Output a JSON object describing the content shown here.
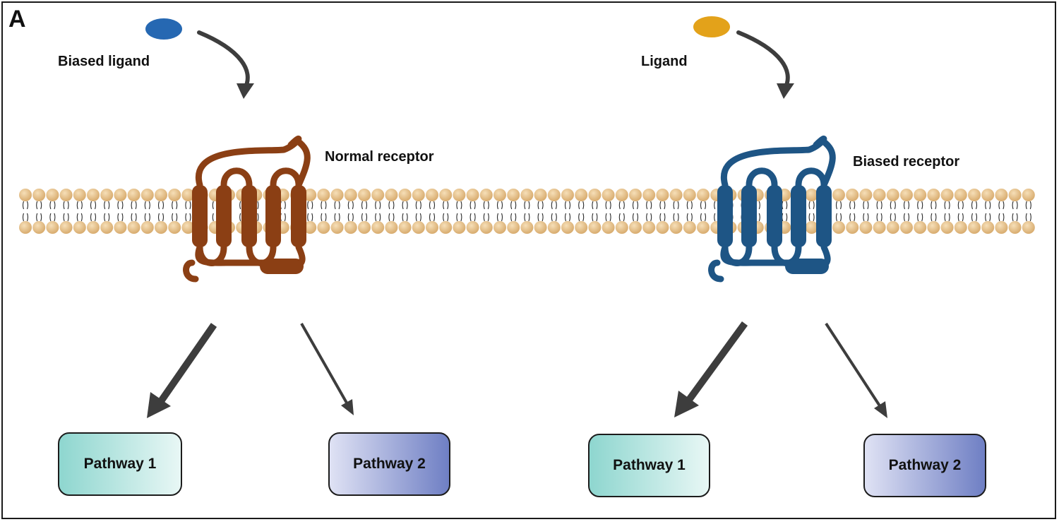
{
  "panel_letter": "A",
  "left": {
    "ligand_label": "Biased ligand",
    "ligand_color": "#2668b2",
    "receptor_label": "Normal receptor",
    "receptor_color": "#8b3f14",
    "pathway1_label": "Pathway 1",
    "pathway2_label": "Pathway 2"
  },
  "right": {
    "ligand_label": "Ligand",
    "ligand_color": "#e3a21a",
    "receptor_label": "Biased receptor",
    "receptor_color": "#1e5585",
    "pathway1_label": "Pathway 1",
    "pathway2_label": "Pathway 2"
  },
  "colors": {
    "membrane_head": "#e2b97c",
    "arrow": "#3d3d3d",
    "pathway1_fill": "#8ed6cf",
    "pathway2_fill": "#6f7fc4"
  }
}
